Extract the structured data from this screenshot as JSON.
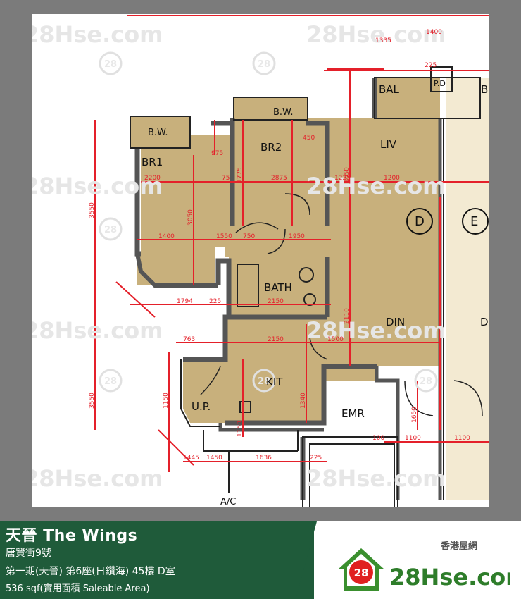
{
  "plan": {
    "rooms": {
      "bal": "BAL",
      "b_partial": "B",
      "pd": "P.D",
      "liv": "LIV",
      "bw1": "B.W.",
      "bw2": "B.W.",
      "br1": "BR1",
      "br2": "BR2",
      "bath": "BATH",
      "din": "DIN",
      "din_partial": "D",
      "kit": "KIT",
      "up": "U.P.",
      "emr": "EMR",
      "ac": "A/C",
      "unit_d": "D",
      "unit_e": "E"
    },
    "dims": {
      "d1200": "1200",
      "d1225": "1225",
      "d2200": "2200",
      "d75a": "75",
      "d2875": "2875",
      "d1650": "1650",
      "d3050": "3050",
      "d1775": "1775",
      "d1400": "1400",
      "d1550": "1550",
      "d750": "750",
      "d1950": "1950",
      "d1794": "1794",
      "d225": "225",
      "d2150a": "2150",
      "d763": "763",
      "d2150b": "2150",
      "d1500": "1500",
      "d1650b": "1650",
      "d1100a": "1100",
      "d1100b": "1100",
      "d100": "100",
      "d1445": "1445",
      "d1450": "1450",
      "d1636": "1636",
      "d225b": "225",
      "d3550": "3550",
      "d2110": "2110",
      "d1150": "1150",
      "d975": "975",
      "d1340": "1340",
      "d450": "450",
      "d225c": "225",
      "d3550b": "3550",
      "d1150b": "1150",
      "d1335": "1335",
      "d1400b": "1400"
    },
    "watermark": "28Hse.com",
    "badge": "28"
  },
  "footer": {
    "title": "天晉 The Wings",
    "street": "唐賢街9號",
    "unit": "第一期(天晉) 第6座(日鑽海) 45樓 D室",
    "area": "536 sqf(實用面積 Saleable Area)",
    "brand_cn": "香港屋網",
    "brand_badge": "28",
    "brand_en": "28Hse.com"
  },
  "colors": {
    "room_fill": "#c8b07c",
    "dim_red": "#e4202a",
    "wall": "#555555",
    "footer_green": "#1f5b3a"
  }
}
